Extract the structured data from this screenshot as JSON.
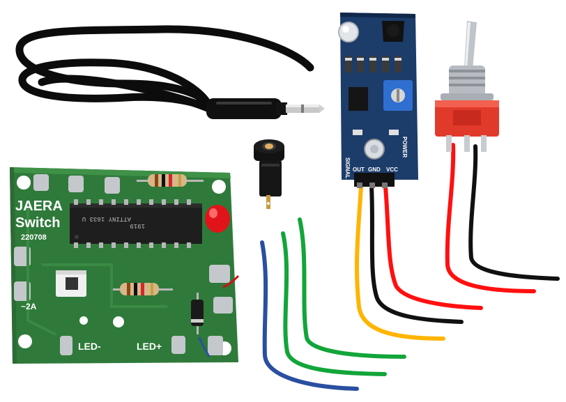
{
  "main_board": {
    "brand": "JAERA",
    "product": "Switch",
    "date_code": "220708",
    "voltage_label": "~2A",
    "led_minus_label": "LED-",
    "led_plus_label": "LED+",
    "chip_marking_1": "ATTINY 1633 U",
    "chip_marking_2": "1919",
    "board_color": "#2f7a3a",
    "board_edge_color": "#2c6b34"
  },
  "sensor_module": {
    "signal_label": "SIGNAL",
    "power_label": "POWER",
    "pin_out_label": "OUT",
    "pin_gnd_label": "GND",
    "pin_vcc_label": "VCC",
    "board_color": "#1c3c6a"
  },
  "wires": {
    "colors": [
      "#2a4fa0",
      "#12a53a",
      "#12a53a",
      "#ffb400",
      "#111111",
      "#ff1010",
      "#ff1010",
      "#111111"
    ]
  },
  "components": [
    "audio-cable-with-mono-plug",
    "panel-mount-audio-jack",
    "toggle-switch"
  ]
}
